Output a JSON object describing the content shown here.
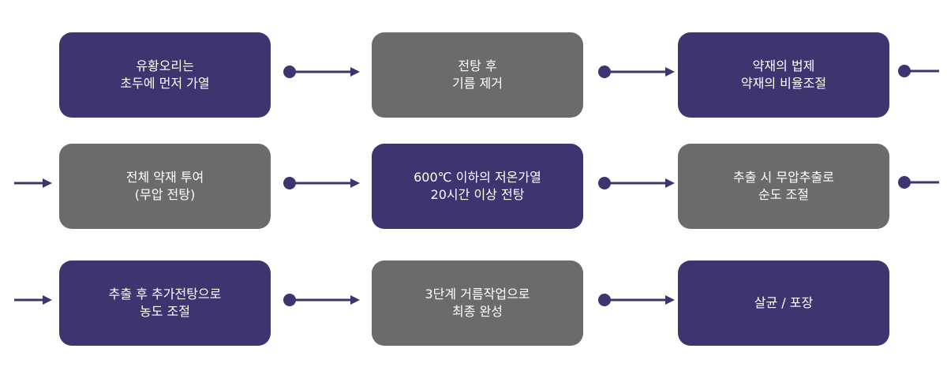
{
  "colors": {
    "purple": "#3d3470",
    "gray": "#6b6b6b",
    "connector": "#3d3470"
  },
  "steps": [
    {
      "lines": [
        "유황오리는",
        "초두에 먼저 가열"
      ],
      "color": "purple"
    },
    {
      "lines": [
        "전탕 후",
        "기름 제거"
      ],
      "color": "gray"
    },
    {
      "lines": [
        "약재의 법제",
        "약재의 비율조절"
      ],
      "color": "purple"
    },
    {
      "lines": [
        "전체 약재 투여",
        "(무압 전탕)"
      ],
      "color": "gray"
    },
    {
      "lines": [
        "600℃ 이하의 저온가열",
        "20시간 이상 전탕"
      ],
      "color": "purple"
    },
    {
      "lines": [
        "추출 시 무압추출로",
        "순도 조절"
      ],
      "color": "gray"
    },
    {
      "lines": [
        "추출 후 추가전탕으로",
        "농도 조절"
      ],
      "color": "purple"
    },
    {
      "lines": [
        "3단계 거름작업으로",
        "최종 완성"
      ],
      "color": "gray"
    },
    {
      "lines": [
        "살균 / 포장"
      ],
      "color": "purple"
    }
  ]
}
